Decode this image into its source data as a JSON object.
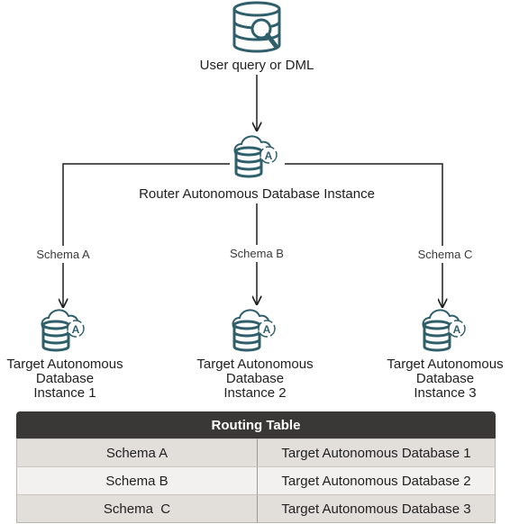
{
  "source": {
    "label": "User query or DML",
    "icon": "database-search-icon"
  },
  "router": {
    "label": "Router Autonomous Database Instance",
    "icon": "autonomous-database-cloud-icon"
  },
  "branches": [
    {
      "schema_label": "Schema A",
      "target_line1": "Target Autonomous",
      "target_line2": "Database",
      "target_line3": "Instance 1"
    },
    {
      "schema_label": "Schema B",
      "target_line1": "Target Autonomous",
      "target_line2": "Database",
      "target_line3": "Instance 2"
    },
    {
      "schema_label": "Schema C",
      "target_line1": "Target Autonomous",
      "target_line2": "Database",
      "target_line3": "Instance 3"
    }
  ],
  "routing_table": {
    "title": "Routing Table",
    "rows": [
      {
        "schema": "Schema A",
        "target": "Target Autonomous Database 1"
      },
      {
        "schema": "Schema B",
        "target": "Target Autonomous Database 2"
      },
      {
        "schema": "Schema  C",
        "target": "Target Autonomous Database 3"
      }
    ]
  },
  "colors": {
    "icon_stroke": "#2f5f6b",
    "line": "#1f1f1f",
    "table_header": "#3a3836"
  }
}
